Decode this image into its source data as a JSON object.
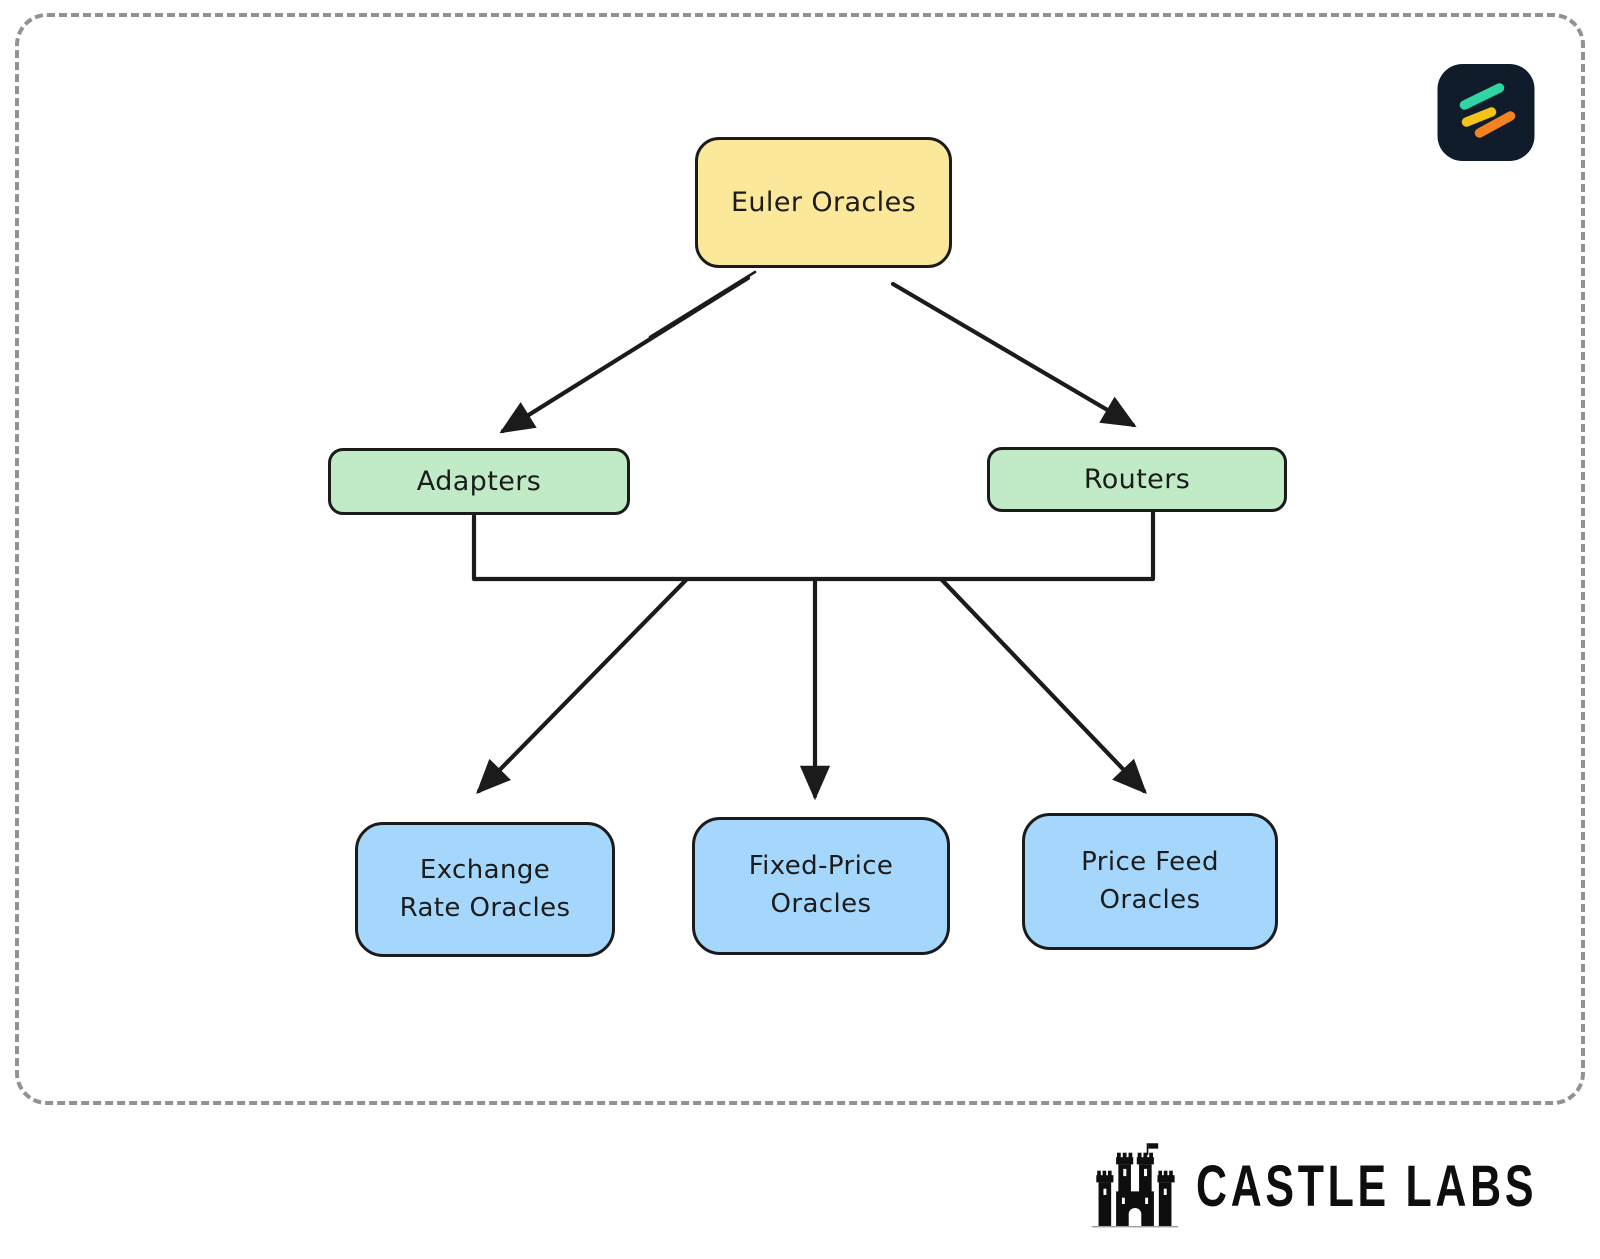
{
  "colors": {
    "fill-root": "#FBE89A",
    "fill-branch": "#C0EBC6",
    "fill-leaf": "#A4D7FB",
    "stroke": "#1B1B1B",
    "border-dash": "#8F9397",
    "logo-bg": "#101C29",
    "logo-teal": "#30D5A3",
    "logo-yellow": "#F4C319",
    "logo-orange": "#F58220",
    "wordmark": "#0E0E0E"
  },
  "diagram": {
    "nodes": {
      "root": {
        "label": "Euler Oracles"
      },
      "adapters": {
        "label": "Adapters"
      },
      "routers": {
        "label": "Routers"
      },
      "exchange": {
        "line1": "Exchange",
        "line2": "Rate Oracles"
      },
      "fixed": {
        "line1": "Fixed-Price",
        "line2": "Oracles"
      },
      "pricefeed": {
        "line1": "Price Feed",
        "line2": "Oracles"
      }
    },
    "edges": [
      {
        "from": "Euler Oracles",
        "to": "Adapters"
      },
      {
        "from": "Euler Oracles",
        "to": "Routers"
      },
      {
        "from": "Adapters & Routers",
        "to": "Exchange Rate Oracles"
      },
      {
        "from": "Adapters & Routers",
        "to": "Fixed-Price Oracles"
      },
      {
        "from": "Adapters & Routers",
        "to": "Price Feed Oracles"
      }
    ]
  },
  "brand": {
    "castle_labs": "CASTLE LABS"
  }
}
